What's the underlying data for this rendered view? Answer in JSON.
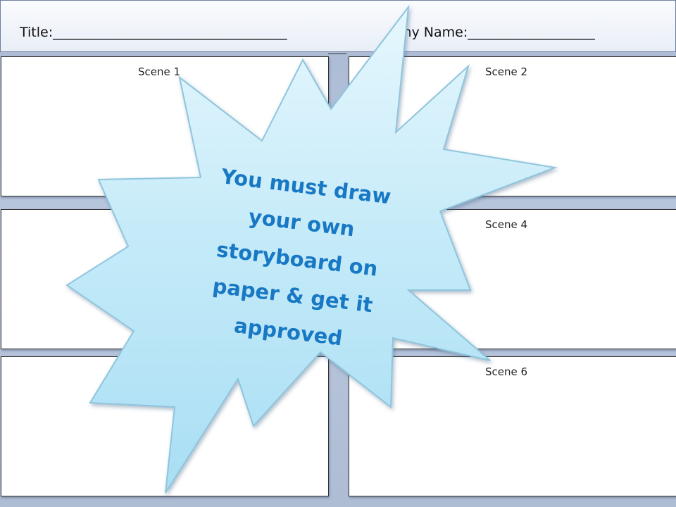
{
  "header": {
    "title_field": "Title:___________________________________",
    "author_field": "my  Name:___________________"
  },
  "scenes": [
    {
      "label": "Scene 1"
    },
    {
      "label": "Scene 2"
    },
    {
      "label": ""
    },
    {
      "label": "Scene 4"
    },
    {
      "label": ""
    },
    {
      "label": "Scene 6"
    }
  ],
  "callout": {
    "lines": [
      "You must draw",
      "your own",
      "storyboard on",
      "paper & get it",
      "approved"
    ],
    "fill_color": "#bfe8f7",
    "text_color": "#1878c4",
    "border_color": "#8fc5dd"
  }
}
